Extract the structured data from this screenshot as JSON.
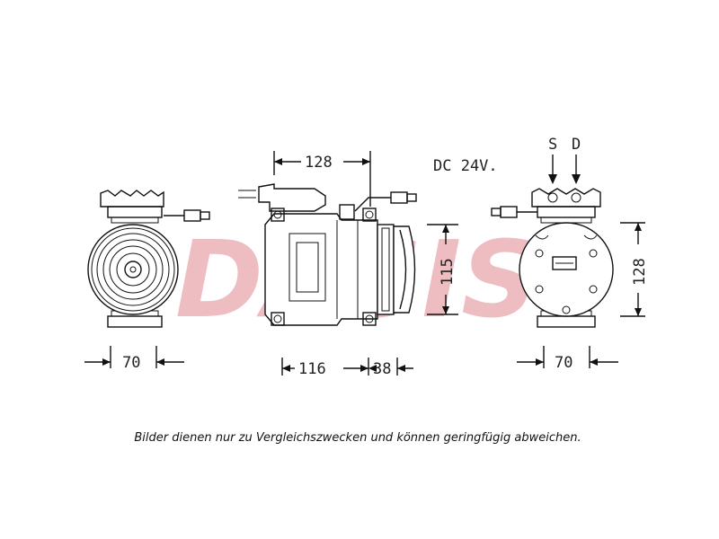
{
  "watermark": {
    "text": "DASIS",
    "color_primary": "#e8a7ad",
    "color_secondary": "#a9b6e8",
    "logo_icon": "dasis-logo-icon"
  },
  "labels": {
    "voltage": "DC 24V.",
    "suction_port": "S",
    "discharge_port": "D",
    "caption": "Bilder dienen nur zu Vergleichszwecken und können geringfügig abweichen."
  },
  "dimensions": {
    "front_width": "70",
    "side_top_length": "128",
    "side_height": "115",
    "side_body_length": "116",
    "side_clutch_length": "38",
    "rear_width": "70",
    "rear_height": "128"
  },
  "colors": {
    "line": "#111111",
    "background": "#ffffff"
  }
}
